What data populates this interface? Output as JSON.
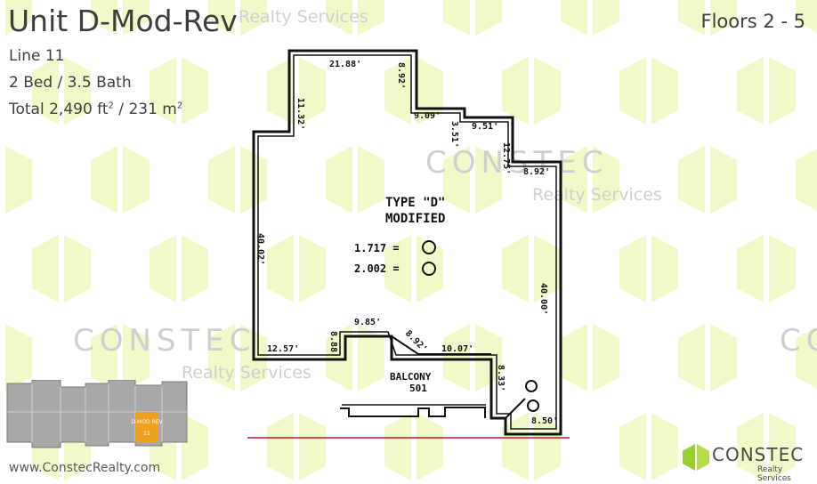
{
  "unit": {
    "title": "Unit D-Mod-Rev",
    "line": "Line 11",
    "beds_baths": "2 Bed / 3.5 Bath",
    "total_prefix": "Total 2,490 ft",
    "total_mid": " / 231 m",
    "sup": "2",
    "floors": "Floors 2 - 5"
  },
  "footer": {
    "website": "www.ConstecRealty.com"
  },
  "watermark": {
    "brand": "CONSTEC",
    "sub": "Realty Services"
  },
  "logo": {
    "name": "CONSTEC",
    "sub": "Realty Services",
    "color": "#9acd32"
  },
  "plan": {
    "type_label": "TYPE \"D\"",
    "modified_label": "MODIFIED",
    "balcony_label": "BALCONY",
    "balcony_num": "501",
    "dims": [
      "21.88'",
      "11.32'",
      "8.92'",
      "9.09'",
      "3.51'",
      "9.51'",
      "12.75'",
      "8.92'",
      "40.02'",
      "40.00'",
      "8.88'",
      "9.85'",
      "12.57'",
      "8.92'",
      "10.07'",
      "8.33'",
      "8.50'"
    ],
    "legend_1": "1.717 =",
    "legend_2": "2.002 =",
    "floor_line_color": "#c8102e"
  },
  "keyplan": {
    "unit_label": "D-MOD REV",
    "line_num": "11",
    "highlight_color": "#f0a020"
  }
}
